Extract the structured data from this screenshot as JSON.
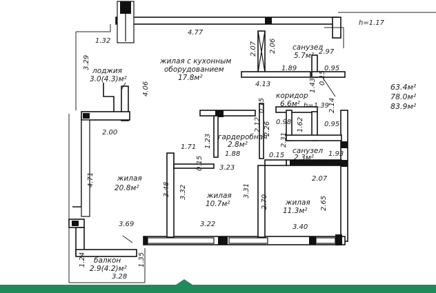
{
  "rooms": {
    "living_kitchen_line1": "жилая с кухонным",
    "living_kitchen_line2": "оборудованием",
    "living_kitchen_area": "17.8м²",
    "loggia_name": "лоджия",
    "loggia_area": "3.0(4.3)м²",
    "bathroom1_name": "санузел",
    "bathroom1_area": "5.7м²",
    "corridor_name": "коридор",
    "corridor_area": "6.6м²",
    "wardrobe_name": "гардеробная",
    "wardrobe_area": "2.8м²",
    "bathroom2_name": "санузел",
    "bathroom2_area": "2.3м²",
    "living_large_name": "жилая",
    "living_large_area": "20.8м²",
    "living_mid_name": "жилая",
    "living_mid_area": "10.7м²",
    "living_right_name": "жилая",
    "living_right_area": "11.3м²",
    "balcony_name": "балкон",
    "balcony_area": "2.9(4.2)м²"
  },
  "dimensions": {
    "d_477": "4.77",
    "d_132": "1.32",
    "d_329": "3.29",
    "d_406": "4.06",
    "d_207a": "2.07",
    "d_206": "2.06",
    "d_297": "2.97",
    "d_189": "1.89",
    "d_095a": "0.95",
    "d_413": "4.13",
    "d_143": "1.43",
    "d_015a": "0.15",
    "d_015b": "0.15",
    "d_214": "2.14",
    "d_098": "0.98",
    "d_162": "1.62",
    "d_095b": "0.95",
    "d_212": "2.12",
    "d_226": "2.26",
    "d_200": "2.00",
    "d_123": "1.23",
    "d_188": "1.88",
    "d_231": "2.31",
    "d_193": "1.93",
    "d_171": "1.71",
    "d_015c": "0.15",
    "d_323": "3.23",
    "d_015d": "0.15",
    "d_471": "4.71",
    "d_348": "3.48",
    "d_332": "3.32",
    "d_331": "3.31",
    "d_270": "2.70",
    "d_265": "2.65",
    "d_207b": "2.07",
    "d_369": "3.69",
    "d_322": "3.22",
    "d_340": "3.40",
    "d_124": "1.24",
    "d_135": "1.35",
    "d_328": "3.28",
    "h_117": "h=1.17",
    "h_139": "h=1.39"
  },
  "totals": [
    "63.4м²",
    "78.0м²",
    "83.9м²"
  ]
}
